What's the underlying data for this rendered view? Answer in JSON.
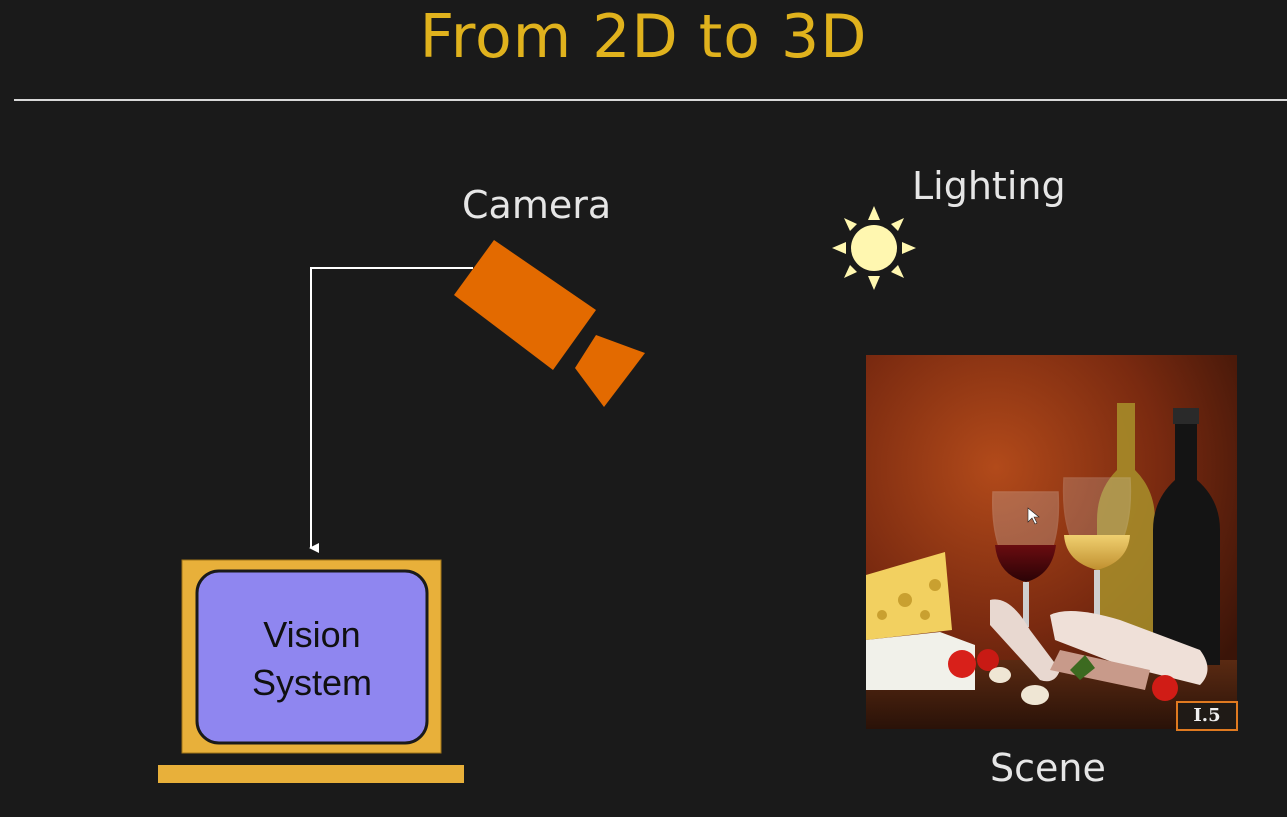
{
  "title": "From 2D to 3D",
  "labels": {
    "camera": "Camera",
    "lighting": "Lighting",
    "scene": "Scene"
  },
  "vision_system": {
    "line1": "Vision",
    "line2": "System"
  },
  "scene_image": {
    "badge": "I.5"
  },
  "colors": {
    "title": "#e0b21d",
    "camera": "#e36a00",
    "monitor_frame": "#e8b03a",
    "monitor_screen": "#8f86f0",
    "sun": "#fff7b0"
  },
  "icons": [
    "camera-icon",
    "sun-icon",
    "monitor-icon"
  ]
}
